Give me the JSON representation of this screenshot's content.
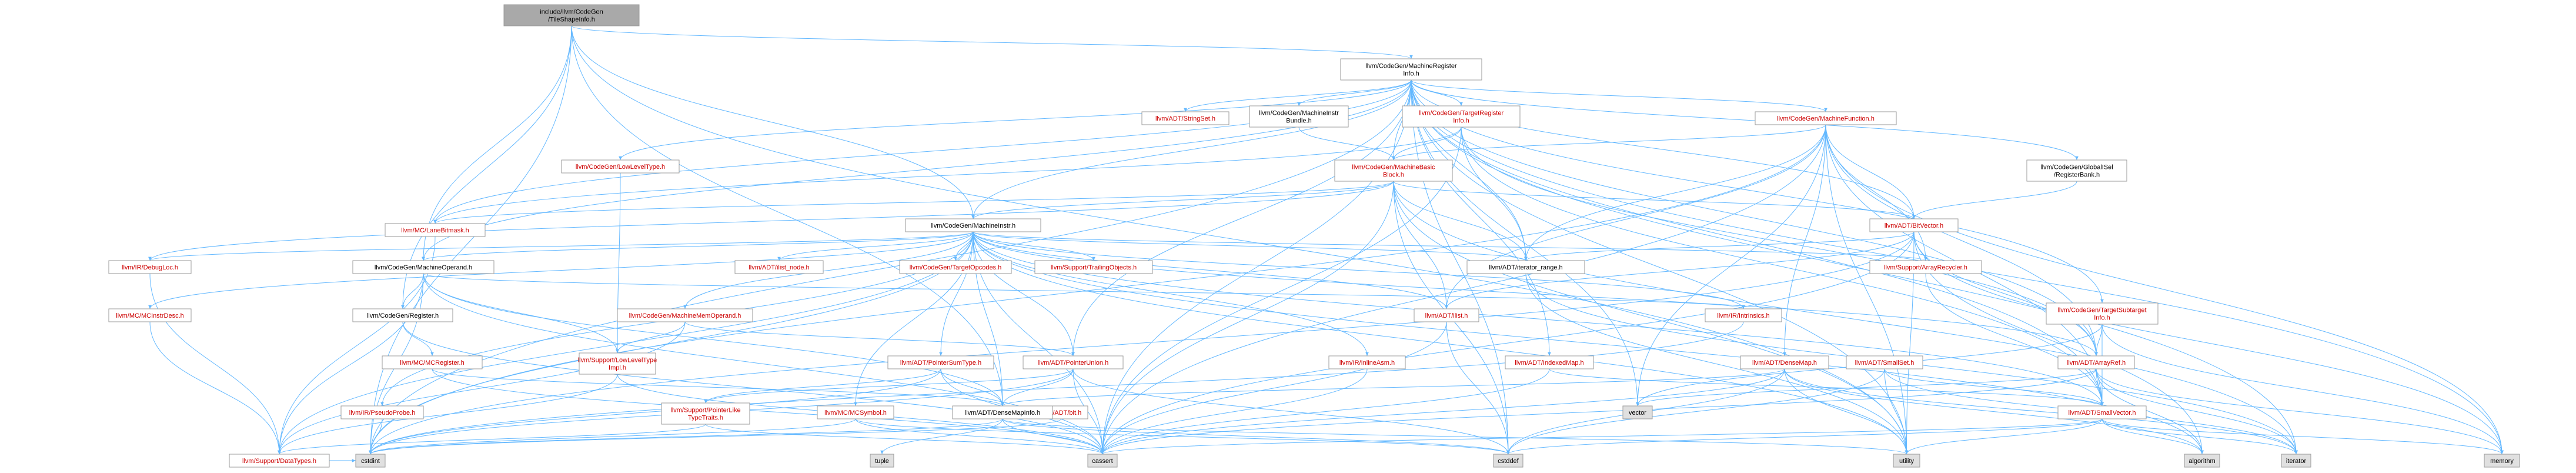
{
  "colors": {
    "root_fill": "#a9a9a9",
    "normal_fill": "#ffffff",
    "external_fill": "#e0e0e0",
    "border": "#999999",
    "text_black": "#000000",
    "text_red": "#cc0000",
    "edge": "#63b8ff"
  },
  "nodes": [
    {
      "id": "root",
      "lines": [
        "include/llvm/CodeGen",
        "/TileShapeInfo.h"
      ],
      "kind": "root"
    },
    {
      "id": "mri",
      "lines": [
        "llvm/CodeGen/MachineRegister",
        "Info.h"
      ],
      "kind": "normal"
    },
    {
      "id": "stringset",
      "lines": [
        "llvm/ADT/StringSet.h"
      ],
      "kind": "red"
    },
    {
      "id": "mibundle",
      "lines": [
        "llvm/CodeGen/MachineInstr",
        "Bundle.h"
      ],
      "kind": "normal"
    },
    {
      "id": "tri",
      "lines": [
        "llvm/CodeGen/TargetRegister",
        "Info.h"
      ],
      "kind": "red"
    },
    {
      "id": "mf",
      "lines": [
        "llvm/CodeGen/MachineFunction.h"
      ],
      "kind": "red"
    },
    {
      "id": "lltype",
      "lines": [
        "llvm/CodeGen/LowLevelType.h"
      ],
      "kind": "red"
    },
    {
      "id": "mbb",
      "lines": [
        "llvm/CodeGen/MachineBasic",
        "Block.h"
      ],
      "kind": "red"
    },
    {
      "id": "gisel",
      "lines": [
        "llvm/CodeGen/GlobalISel",
        "/RegisterBank.h"
      ],
      "kind": "normal"
    },
    {
      "id": "lanebm",
      "lines": [
        "llvm/MC/LaneBitmask.h"
      ],
      "kind": "red"
    },
    {
      "id": "mi",
      "lines": [
        "llvm/CodeGen/MachineInstr.h"
      ],
      "kind": "normal"
    },
    {
      "id": "bitvector",
      "lines": [
        "llvm/ADT/BitVector.h"
      ],
      "kind": "red"
    },
    {
      "id": "debugloc",
      "lines": [
        "llvm/IR/DebugLoc.h"
      ],
      "kind": "red"
    },
    {
      "id": "mo",
      "lines": [
        "llvm/CodeGen/MachineOperand.h"
      ],
      "kind": "normal"
    },
    {
      "id": "ilistnode",
      "lines": [
        "llvm/ADT/ilist_node.h"
      ],
      "kind": "red"
    },
    {
      "id": "targetop",
      "lines": [
        "llvm/CodeGen/TargetOpcodes.h"
      ],
      "kind": "red"
    },
    {
      "id": "trailing",
      "lines": [
        "llvm/Support/TrailingObjects.h"
      ],
      "kind": "red"
    },
    {
      "id": "iterrange",
      "lines": [
        "llvm/ADT/iterator_range.h"
      ],
      "kind": "normal"
    },
    {
      "id": "arrayrecycler",
      "lines": [
        "llvm/Support/ArrayRecycler.h"
      ],
      "kind": "red"
    },
    {
      "id": "mcinstrdesc",
      "lines": [
        "llvm/MC/MCInstrDesc.h"
      ],
      "kind": "red"
    },
    {
      "id": "cgregister",
      "lines": [
        "llvm/CodeGen/Register.h"
      ],
      "kind": "normal"
    },
    {
      "id": "mmo",
      "lines": [
        "llvm/CodeGen/MachineMemOperand.h"
      ],
      "kind": "red"
    },
    {
      "id": "ilist",
      "lines": [
        "llvm/ADT/ilist.h"
      ],
      "kind": "red"
    },
    {
      "id": "intrinsics",
      "lines": [
        "llvm/IR/Intrinsics.h"
      ],
      "kind": "red"
    },
    {
      "id": "tsi",
      "lines": [
        "llvm/CodeGen/TargetSubtarget",
        "Info.h"
      ],
      "kind": "red"
    },
    {
      "id": "mcregister",
      "lines": [
        "llvm/MC/MCRegister.h"
      ],
      "kind": "red"
    },
    {
      "id": "llti",
      "lines": [
        "llvm/Support/LowLevelType",
        "Impl.h"
      ],
      "kind": "red"
    },
    {
      "id": "psumtype",
      "lines": [
        "llvm/ADT/PointerSumType.h"
      ],
      "kind": "red"
    },
    {
      "id": "punion",
      "lines": [
        "llvm/ADT/PointerUnion.h"
      ],
      "kind": "red"
    },
    {
      "id": "inlineasm",
      "lines": [
        "llvm/IR/InlineAsm.h"
      ],
      "kind": "red"
    },
    {
      "id": "indexedmap",
      "lines": [
        "llvm/ADT/IndexedMap.h"
      ],
      "kind": "red"
    },
    {
      "id": "densemap",
      "lines": [
        "llvm/ADT/DenseMap.h"
      ],
      "kind": "red"
    },
    {
      "id": "smallset",
      "lines": [
        "llvm/ADT/SmallSet.h"
      ],
      "kind": "red"
    },
    {
      "id": "arrayref",
      "lines": [
        "llvm/ADT/ArrayRef.h"
      ],
      "kind": "red"
    },
    {
      "id": "pseudoprobe",
      "lines": [
        "llvm/IR/PseudoProbe.h"
      ],
      "kind": "red"
    },
    {
      "id": "ptrlike",
      "lines": [
        "llvm/Support/PointerLike",
        "TypeTraits.h"
      ],
      "kind": "red"
    },
    {
      "id": "mcsymbol",
      "lines": [
        "llvm/MC/MCSymbol.h"
      ],
      "kind": "red"
    },
    {
      "id": "bitadt",
      "lines": [
        "llvm/ADT/bit.h"
      ],
      "kind": "red"
    },
    {
      "id": "densemapinfo",
      "lines": [
        "llvm/ADT/DenseMapInfo.h"
      ],
      "kind": "normal"
    },
    {
      "id": "vector",
      "lines": [
        "vector"
      ],
      "kind": "external"
    },
    {
      "id": "smallvector",
      "lines": [
        "llvm/ADT/SmallVector.h"
      ],
      "kind": "red"
    },
    {
      "id": "datatypes",
      "lines": [
        "llvm/Support/DataTypes.h"
      ],
      "kind": "red"
    },
    {
      "id": "cstdint",
      "lines": [
        "cstdint"
      ],
      "kind": "external"
    },
    {
      "id": "tuple",
      "lines": [
        "tuple"
      ],
      "kind": "external"
    },
    {
      "id": "cassert",
      "lines": [
        "cassert"
      ],
      "kind": "external"
    },
    {
      "id": "cstddef",
      "lines": [
        "cstddef"
      ],
      "kind": "external"
    },
    {
      "id": "utility",
      "lines": [
        "utility"
      ],
      "kind": "external"
    },
    {
      "id": "algorithm",
      "lines": [
        "algorithm"
      ],
      "kind": "external"
    },
    {
      "id": "iterator",
      "lines": [
        "iterator"
      ],
      "kind": "external"
    },
    {
      "id": "memory",
      "lines": [
        "memory"
      ],
      "kind": "external"
    }
  ],
  "edges": [
    [
      "root",
      "mri"
    ],
    [
      "root",
      "mi"
    ],
    [
      "root",
      "mo"
    ],
    [
      "root",
      "cgregister"
    ],
    [
      "root",
      "densemapinfo"
    ],
    [
      "root",
      "cstdint"
    ],
    [
      "root",
      "utility"
    ],
    [
      "mri",
      "stringset"
    ],
    [
      "mri",
      "mibundle"
    ],
    [
      "mri",
      "tri"
    ],
    [
      "mri",
      "mf"
    ],
    [
      "mri",
      "lltype"
    ],
    [
      "mri",
      "mbb"
    ],
    [
      "mri",
      "gisel"
    ],
    [
      "mri",
      "lanebm"
    ],
    [
      "mri",
      "mi"
    ],
    [
      "mri",
      "mo"
    ],
    [
      "mri",
      "bitvector"
    ],
    [
      "mri",
      "iterrange"
    ],
    [
      "mri",
      "tsi"
    ],
    [
      "mri",
      "indexedmap"
    ],
    [
      "mri",
      "punion"
    ],
    [
      "mri",
      "arrayref"
    ],
    [
      "mri",
      "smallvector"
    ],
    [
      "mri",
      "memory"
    ],
    [
      "mri",
      "iterator"
    ],
    [
      "mri",
      "vector"
    ],
    [
      "mri",
      "cassert"
    ],
    [
      "mri",
      "cstddef"
    ],
    [
      "mri",
      "cstdint"
    ],
    [
      "mri",
      "utility"
    ],
    [
      "mibundle",
      "mbb"
    ],
    [
      "tri",
      "mbb"
    ],
    [
      "tri",
      "lanebm"
    ],
    [
      "tri",
      "iterrange"
    ],
    [
      "tri",
      "arrayref"
    ],
    [
      "tri",
      "smallvector"
    ],
    [
      "tri",
      "cassert"
    ],
    [
      "mf",
      "mbb"
    ],
    [
      "mf",
      "arrayrecycler"
    ],
    [
      "mf",
      "bitvector"
    ],
    [
      "mf",
      "densemap"
    ],
    [
      "mf",
      "ilist"
    ],
    [
      "mf",
      "iterrange"
    ],
    [
      "mf",
      "arrayref"
    ],
    [
      "mf",
      "smallvector"
    ],
    [
      "mf",
      "cassert"
    ],
    [
      "mf",
      "memory"
    ],
    [
      "mf",
      "vector"
    ],
    [
      "mf",
      "utility"
    ],
    [
      "mf",
      "cstdint"
    ],
    [
      "lltype",
      "llti"
    ],
    [
      "mbb",
      "mi"
    ],
    [
      "mbb",
      "ilist"
    ],
    [
      "mbb",
      "iterrange"
    ],
    [
      "mbb",
      "bitvector"
    ],
    [
      "mbb",
      "lanebm"
    ],
    [
      "mbb",
      "debugloc"
    ],
    [
      "mbb",
      "cassert"
    ],
    [
      "mbb",
      "iterator"
    ],
    [
      "mbb",
      "cstddef"
    ],
    [
      "mbb",
      "utility"
    ],
    [
      "gisel",
      "bitvector"
    ],
    [
      "lanebm",
      "datatypes"
    ],
    [
      "mi",
      "mo"
    ],
    [
      "mi",
      "debugloc"
    ],
    [
      "mi",
      "ilistnode"
    ],
    [
      "mi",
      "targetop"
    ],
    [
      "mi",
      "trailing"
    ],
    [
      "mi",
      "iterrange"
    ],
    [
      "mi",
      "arrayrecycler"
    ],
    [
      "mi",
      "mcinstrdesc"
    ],
    [
      "mi",
      "mmo"
    ],
    [
      "mi",
      "ilist"
    ],
    [
      "mi",
      "intrinsics"
    ],
    [
      "mi",
      "psumtype"
    ],
    [
      "mi",
      "punion"
    ],
    [
      "mi",
      "inlineasm"
    ],
    [
      "mi",
      "densemapinfo"
    ],
    [
      "mi",
      "arrayref"
    ],
    [
      "mi",
      "smallvector"
    ],
    [
      "mi",
      "pseudoprobe"
    ],
    [
      "mi",
      "mcsymbol"
    ],
    [
      "mi",
      "cstdint"
    ],
    [
      "mi",
      "cassert"
    ],
    [
      "mi",
      "utility"
    ],
    [
      "mi",
      "algorithm"
    ],
    [
      "mi",
      "datatypes"
    ],
    [
      "bitvector",
      "arrayref"
    ],
    [
      "bitvector",
      "ilist"
    ],
    [
      "bitvector",
      "iterrange"
    ],
    [
      "bitvector",
      "cassert"
    ],
    [
      "bitvector",
      "algorithm"
    ],
    [
      "bitvector",
      "utility"
    ],
    [
      "bitvector",
      "cstdint"
    ],
    [
      "bitvector",
      "memory"
    ],
    [
      "debugloc",
      "datatypes"
    ],
    [
      "mo",
      "cgregister"
    ],
    [
      "mo",
      "datatypes"
    ],
    [
      "mo",
      "densemapinfo"
    ],
    [
      "mo",
      "intrinsics"
    ],
    [
      "mo",
      "llti"
    ],
    [
      "mo",
      "cassert"
    ],
    [
      "mo",
      "cstdint"
    ],
    [
      "iterrange",
      "iterator"
    ],
    [
      "iterrange",
      "utility"
    ],
    [
      "arrayrecycler",
      "smallvector"
    ],
    [
      "mcinstrdesc",
      "datatypes"
    ],
    [
      "cgregister",
      "mcregister"
    ],
    [
      "cgregister",
      "cassert"
    ],
    [
      "mmo",
      "punion"
    ],
    [
      "mmo",
      "llti"
    ],
    [
      "mmo",
      "datatypes"
    ],
    [
      "ilist",
      "cstddef"
    ],
    [
      "ilist",
      "cassert"
    ],
    [
      "intrinsics",
      "cstdint"
    ],
    [
      "tsi",
      "arrayref"
    ],
    [
      "tsi",
      "smallvector"
    ],
    [
      "tsi",
      "memory"
    ],
    [
      "tsi",
      "vector"
    ],
    [
      "mcregister",
      "densemapinfo"
    ],
    [
      "mcregister",
      "cassert"
    ],
    [
      "llti",
      "datatypes"
    ],
    [
      "llti",
      "cassert"
    ],
    [
      "psumtype",
      "densemapinfo"
    ],
    [
      "psumtype",
      "ptrlike"
    ],
    [
      "psumtype",
      "cassert"
    ],
    [
      "psumtype",
      "cstdint"
    ],
    [
      "punion",
      "densemapinfo"
    ],
    [
      "punion",
      "ptrlike"
    ],
    [
      "punion",
      "cassert"
    ],
    [
      "punion",
      "cstddef"
    ],
    [
      "punion",
      "cstdint"
    ],
    [
      "inlineasm",
      "cassert"
    ],
    [
      "indexedmap",
      "smallvector"
    ],
    [
      "indexedmap",
      "cassert"
    ],
    [
      "densemap",
      "densemapinfo"
    ],
    [
      "densemap",
      "cassert"
    ],
    [
      "densemap",
      "cstddef"
    ],
    [
      "densemap",
      "utility"
    ],
    [
      "densemap",
      "algorithm"
    ],
    [
      "densemap",
      "iterator"
    ],
    [
      "smallset",
      "smallvector"
    ],
    [
      "smallset",
      "utility"
    ],
    [
      "smallset",
      "cstddef"
    ],
    [
      "smallset",
      "iterator"
    ],
    [
      "arrayref",
      "smallvector"
    ],
    [
      "arrayref",
      "cassert"
    ],
    [
      "arrayref",
      "algorithm"
    ],
    [
      "arrayref",
      "iterator"
    ],
    [
      "arrayref",
      "memory"
    ],
    [
      "arrayref",
      "vector"
    ],
    [
      "pseudoprobe",
      "cstdint"
    ],
    [
      "ptrlike",
      "datatypes"
    ],
    [
      "ptrlike",
      "cassert"
    ],
    [
      "mcsymbol",
      "cassert"
    ],
    [
      "mcsymbol",
      "cstddef"
    ],
    [
      "mcsymbol",
      "cstdint"
    ],
    [
      "bitadt",
      "cstdint"
    ],
    [
      "densemapinfo",
      "tuple"
    ],
    [
      "densemapinfo",
      "cassert"
    ],
    [
      "densemapinfo",
      "cstddef"
    ],
    [
      "densemapinfo",
      "cstdint"
    ],
    [
      "densemapinfo",
      "utility"
    ],
    [
      "smallvector",
      "algorithm"
    ],
    [
      "smallvector",
      "cassert"
    ],
    [
      "smallvector",
      "cstddef"
    ],
    [
      "smallvector",
      "iterator"
    ],
    [
      "smallvector",
      "memory"
    ],
    [
      "smallvector",
      "utility"
    ],
    [
      "datatypes",
      "cstdint"
    ]
  ]
}
